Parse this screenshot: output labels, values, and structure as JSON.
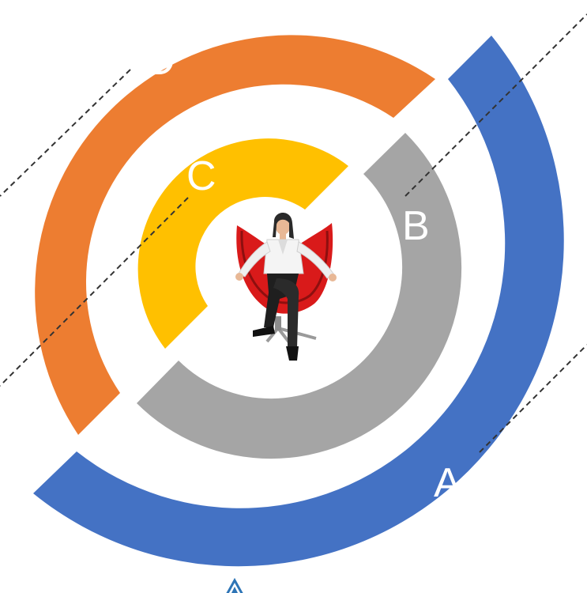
{
  "rings": [
    {
      "id": "A",
      "label": "A",
      "color": "#4472C4"
    },
    {
      "id": "B",
      "label": "B",
      "color": "#A5A5A5"
    },
    {
      "id": "C",
      "label": "C",
      "color": "#FFC000"
    },
    {
      "id": "D",
      "label": "D",
      "color": "#ED7D31"
    }
  ],
  "center": {
    "icon": "businesswoman-in-red-chair-icon"
  },
  "bottom_marker": {
    "icon": "triangle-marker-icon",
    "color": "#2E75B6"
  }
}
